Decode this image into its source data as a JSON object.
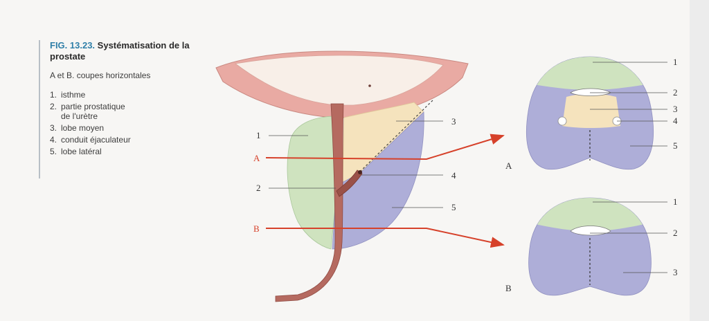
{
  "caption": {
    "fig_number": "FIG. 13.23.",
    "title": "Systématisation de la prostate",
    "subtitle": "A et B. coupes horizontales",
    "legend": [
      {
        "num": "1.",
        "text": "isthme"
      },
      {
        "num": "2.",
        "text": "partie prostatique\nde l'urètre"
      },
      {
        "num": "3.",
        "text": "lobe moyen"
      },
      {
        "num": "4.",
        "text": "conduit éjaculateur"
      },
      {
        "num": "5.",
        "text": "lobe latéral"
      }
    ]
  },
  "main_view": {
    "labels": [
      "1",
      "2",
      "3",
      "4",
      "5"
    ],
    "section_lines": [
      "A",
      "B"
    ]
  },
  "section_A": {
    "title": "A",
    "labels": [
      "1",
      "2",
      "3",
      "4",
      "5"
    ]
  },
  "section_B": {
    "title": "B",
    "labels": [
      "1",
      "2",
      "3"
    ]
  },
  "colors": {
    "isthme": "#cfe3bf",
    "lobe_moyen": "#f5e3bd",
    "lobe_lateral": "#aeaed8",
    "bladder": "#e8a8a0",
    "urethra": "#b56a60",
    "section_line": "#d6412a"
  }
}
